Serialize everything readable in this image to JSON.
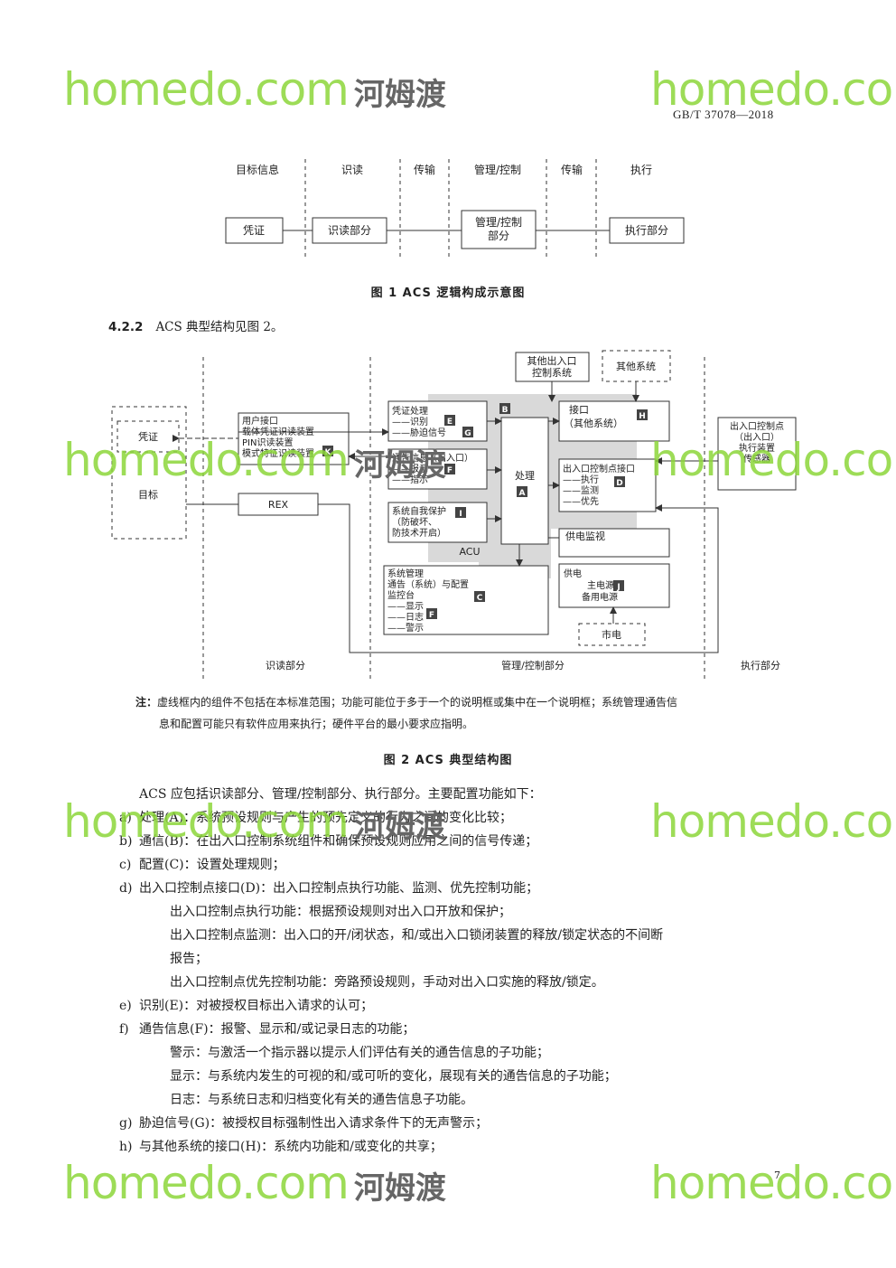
{
  "header": {
    "std_code": "GB/T  37078—2018"
  },
  "figure1": {
    "columns": [
      "目标信息",
      "识读",
      "传输",
      "管理/控制",
      "传输",
      "执行"
    ],
    "boxes": [
      "凭证",
      "识读部分",
      "管理/控制",
      "部分",
      "执行部分"
    ],
    "caption": "图 1   ACS 逻辑构成示意图"
  },
  "clause": {
    "num": "4.2.2",
    "text": "ACS 典型结构见图 2。"
  },
  "figure2": {
    "top_boxes": [
      "其他出入口",
      "控制系统",
      "其他系统"
    ],
    "left": {
      "credential": "凭证",
      "target": "目标"
    },
    "reader": [
      "用户接口",
      "载体凭证识读装置",
      "PIN识读装置",
      "模式特征识读装置"
    ],
    "reader_tag": "K",
    "rex": "REX",
    "cred_proc": [
      "凭证处理",
      "——识别",
      "——胁迫信号"
    ],
    "cred_tags": [
      "E",
      "G"
    ],
    "notify": [
      "通告信息（出入口）",
      "——报示",
      "——指示"
    ],
    "notify_tag": "F",
    "self_protect": [
      "系统自我保护",
      "（防破坏、",
      "防技术开启）"
    ],
    "self_tag": "I",
    "acu": "ACU",
    "process": "处理",
    "process_tag": "A",
    "comm_tag": "B",
    "interface": [
      "接口",
      "（其他系统）"
    ],
    "interface_tag": "H",
    "point_if": [
      "出入口控制点接口",
      "——执行",
      "——监测",
      "——优先"
    ],
    "point_tag": "D",
    "power_monitor": "供电监视",
    "power": [
      "供电",
      "主电源",
      "备用电源"
    ],
    "power_tag": "J",
    "mains": "市电",
    "sysmgmt": [
      "系统管理",
      "通告（系统）与配置",
      "监控台",
      "——显示",
      "——日志",
      "——警示"
    ],
    "sysmgmt_tags": [
      "C",
      "F"
    ],
    "exec": [
      "出入口控制点",
      "（出入口）",
      "执行装置",
      "传感器"
    ],
    "sections": [
      "识读部分",
      "管理/控制部分",
      "执行部分"
    ],
    "caption": "图 2   ACS 典型结构图"
  },
  "note": {
    "label": "注：",
    "line1": "虚线框内的组件不包括在本标准范围；功能可能位于多于一个的说明框或集中在一个说明框；系统管理通告信",
    "line2": "息和配置可能只有软件应用来执行；硬件平台的最小要求应指明。"
  },
  "body": {
    "intro": "ACS 应包括识读部分、管理/控制部分、执行部分。主要配置功能如下：",
    "items": [
      {
        "mark": "a)",
        "text": "处理(A)：系统预设规则与产生的预先定义的行为之间的变化比较；"
      },
      {
        "mark": "b)",
        "text": "通信(B)：在出入口控制系统组件和确保预设规则应用之间的信号传递；"
      },
      {
        "mark": "c)",
        "text": "配置(C)：设置处理规则；"
      },
      {
        "mark": "d)",
        "text": "出入口控制点接口(D)：出入口控制点执行功能、监测、优先控制功能；"
      },
      {
        "mark": "e)",
        "text": "识别(E)：对被授权目标出入请求的认可；"
      },
      {
        "mark": "f)",
        "text": "通告信息(F)：报警、显示和/或记录日志的功能；"
      },
      {
        "mark": "g)",
        "text": "胁迫信号(G)：被授权目标强制性出入请求条件下的无声警示；"
      },
      {
        "mark": "h)",
        "text": "与其他系统的接口(H)：系统内功能和/或变化的共享；"
      }
    ],
    "d_sub": [
      "出入口控制点执行功能：根据预设规则对出入口开放和保护；",
      "出入口控制点监测：出入口的开/闭状态，和/或出入口锁闭装置的释放/锁定状态的不间断",
      "报告；",
      "出入口控制点优先控制功能：旁路预设规则，手动对出入口实施的释放/锁定。"
    ],
    "f_sub": [
      "警示：与激活一个指示器以提示人们评估有关的通告信息的子功能；",
      "显示：与系统内发生的可视的和/或可听的变化，展现有关的通告信息的子功能；",
      "日志：与系统日志和归档变化有关的通告信息子功能。"
    ]
  },
  "page_number": "7",
  "watermark": {
    "text": "homedo.com",
    "cn": "河姆渡"
  }
}
